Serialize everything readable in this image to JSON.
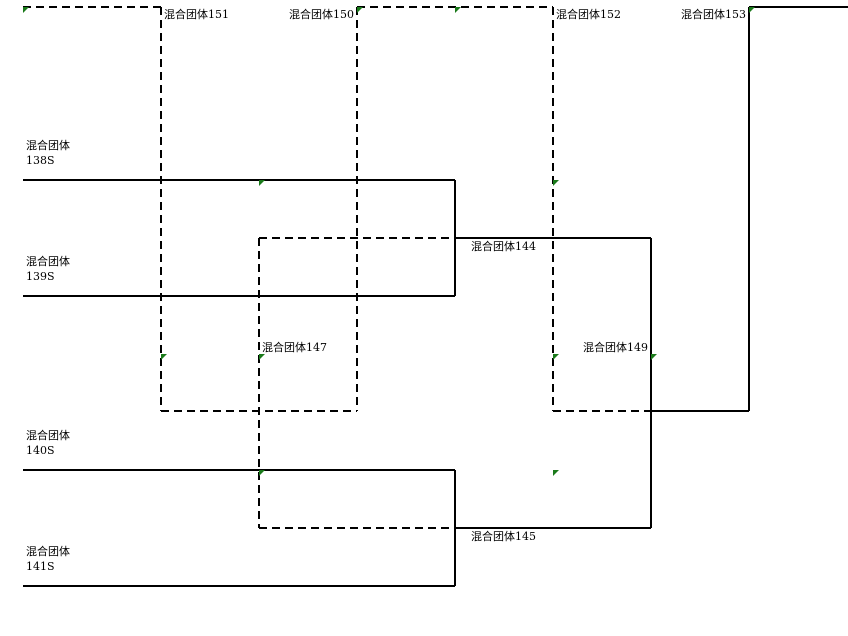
{
  "colors": {
    "line": "#000000",
    "tick": "#1a7a1a",
    "background": "#ffffff"
  },
  "labels": {
    "n151": "混合团体151",
    "n150": "混合团体150",
    "n152": "混合团体152",
    "n153": "混合团体153",
    "n144": "混合团体144",
    "n147": "混合团体147",
    "n149": "混合团体149",
    "n145": "混合团体145",
    "s138": {
      "name": "混合团体",
      "code": "138S"
    },
    "s139": {
      "name": "混合团体",
      "code": "139S"
    },
    "s140": {
      "name": "混合团体",
      "code": "140S"
    },
    "s141": {
      "name": "混合团体",
      "code": "141S"
    }
  }
}
